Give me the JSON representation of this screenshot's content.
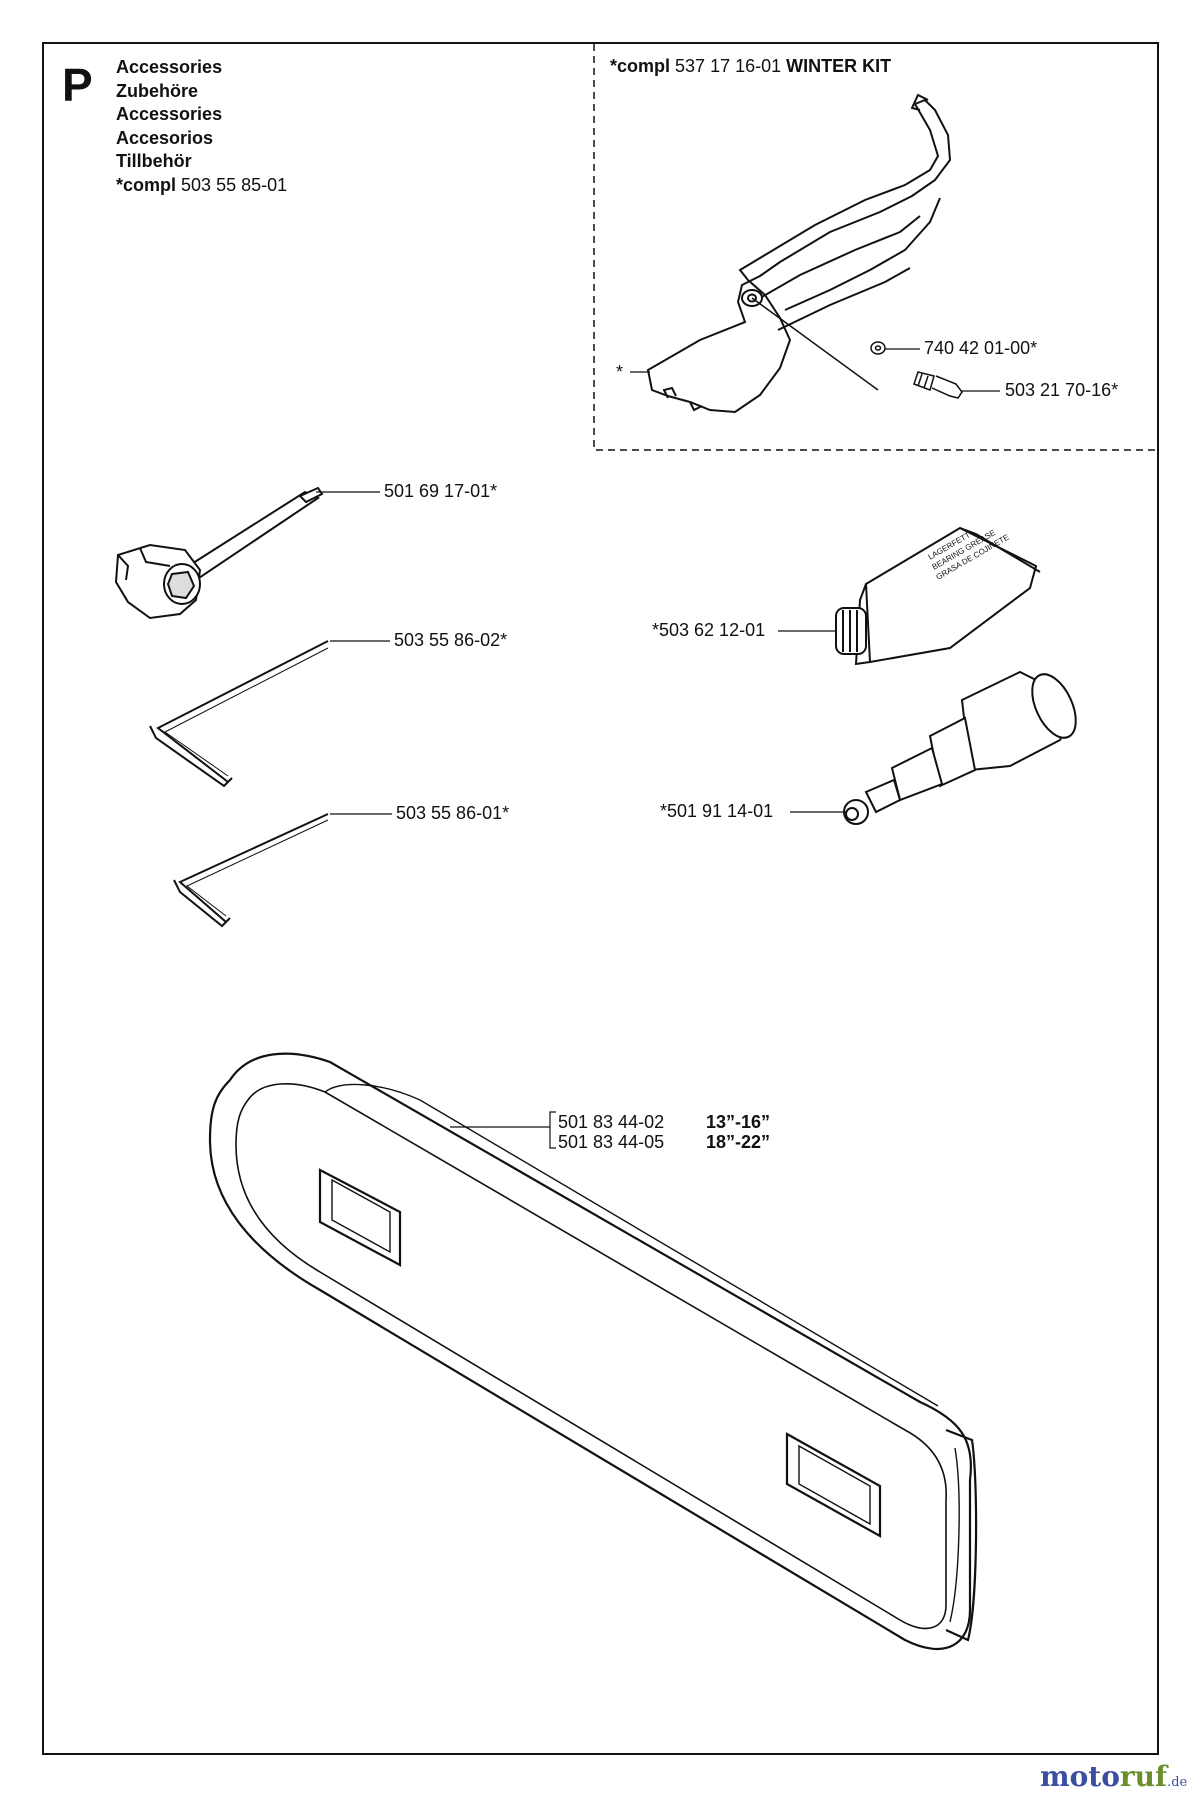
{
  "section": {
    "letter": "P",
    "names": [
      "Accessories",
      "Zubehöre",
      "Accessories",
      "Accesorios",
      "Tillbehör"
    ],
    "compl_prefix": "*compl",
    "compl_number": "503 55 85-01"
  },
  "winter_kit": {
    "compl_prefix": "*compl",
    "number": "537 17 16-01",
    "name": "WINTER KIT",
    "star_label": "*",
    "parts": [
      "740 42 01-00*",
      "503 21 70-16*"
    ]
  },
  "parts": {
    "combi_wrench": "501 69 17-01*",
    "hex_key_large": "503 55 86-02*",
    "hex_key_small": "503 55 86-01*",
    "grease_tube": "*503 62 12-01",
    "grease_gun": "*501 91 14-01",
    "grease_text": [
      "LAGERFETT",
      "BEARING GREASE",
      "GRASA DE COJINETE"
    ]
  },
  "bar_cover": {
    "numbers": [
      "501 83 44-02",
      "501 83 44-05"
    ],
    "sizes": [
      "13”-16”",
      "18”-22”"
    ]
  },
  "watermark": {
    "part1": "moto",
    "part2": "ruf",
    "suffix": ".de"
  }
}
